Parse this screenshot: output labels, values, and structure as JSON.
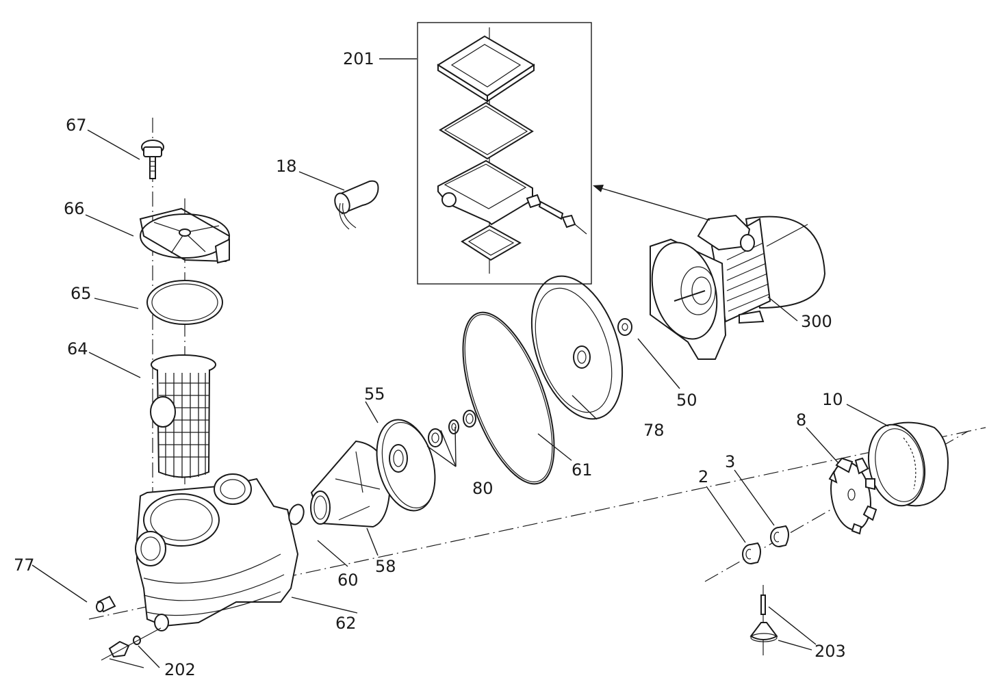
{
  "diagram": {
    "type": "exploded-parts-diagram",
    "subject": "pool pump assembly",
    "parts": [
      {
        "id": "67",
        "label": "67",
        "name": "Lid knob screw"
      },
      {
        "id": "66",
        "label": "66",
        "name": "Strainer lid"
      },
      {
        "id": "65",
        "label": "65",
        "name": "Lid O-ring"
      },
      {
        "id": "64",
        "label": "64",
        "name": "Strainer basket"
      },
      {
        "id": "62",
        "label": "62",
        "name": "Pump body / strainer housing"
      },
      {
        "id": "77",
        "label": "77",
        "name": "Plug"
      },
      {
        "id": "202",
        "label": "202",
        "name": "Drain plug with O-ring"
      },
      {
        "id": "60",
        "label": "60",
        "name": "O-ring"
      },
      {
        "id": "58",
        "label": "58",
        "name": "Diffuser"
      },
      {
        "id": "55",
        "label": "55",
        "name": "Impeller"
      },
      {
        "id": "80",
        "label": "80",
        "name": "Mechanical seal"
      },
      {
        "id": "61",
        "label": "61",
        "name": "Body O-ring"
      },
      {
        "id": "78",
        "label": "78",
        "name": "Seal plate"
      },
      {
        "id": "50",
        "label": "50",
        "name": "Water slinger"
      },
      {
        "id": "300",
        "label": "300",
        "name": "Motor"
      },
      {
        "id": "201",
        "label": "201",
        "name": "Terminal box assembly"
      },
      {
        "id": "18",
        "label": "18",
        "name": "Capacitor"
      },
      {
        "id": "10",
        "label": "10",
        "name": "Fan cover"
      },
      {
        "id": "8",
        "label": "8",
        "name": "Fan"
      },
      {
        "id": "3",
        "label": "3",
        "name": "Bearing"
      },
      {
        "id": "2",
        "label": "2",
        "name": "Bearing"
      },
      {
        "id": "203",
        "label": "203",
        "name": "Motor foot with screw"
      }
    ],
    "labels": {
      "p67": "67",
      "p66": "66",
      "p65": "65",
      "p64": "64",
      "p62": "62",
      "p77": "77",
      "p202": "202",
      "p60": "60",
      "p58": "58",
      "p55": "55",
      "p80": "80",
      "p61": "61",
      "p78": "78",
      "p50": "50",
      "p300": "300",
      "p201": "201",
      "p18": "18",
      "p10": "10",
      "p8": "8",
      "p3": "3",
      "p2": "2",
      "p203": "203"
    },
    "colors": {
      "line": "#1a1a1a",
      "background": "#ffffff"
    }
  }
}
